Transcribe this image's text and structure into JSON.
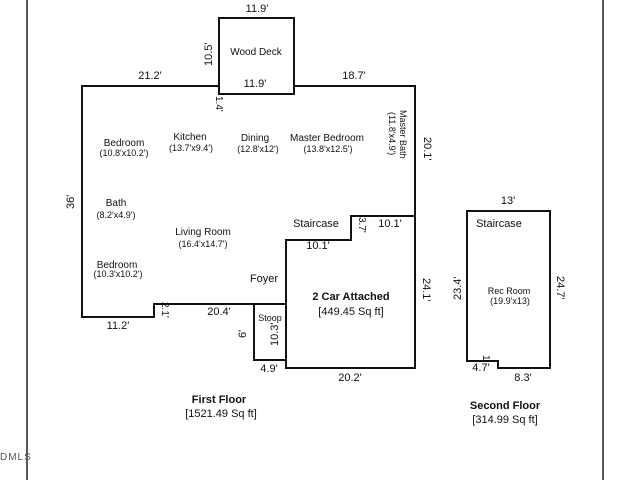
{
  "dimensions": {
    "deck_top": "11.9'",
    "deck_side": "10.5'",
    "deck_stub": "1.4'",
    "deck_bottom": "11.9'",
    "top_left": "21.2'",
    "top_right": "18.7'",
    "right_wall": "20.1'",
    "left_wall": "36'",
    "bottom_left": "11.2'",
    "step_small": "2.1'",
    "bottom_mid": "20.4'",
    "stoop_width": "4.9'",
    "stoop_depth": "6'",
    "stoop_height": "10.3'",
    "garage_top": "10.1'",
    "garage_step_v": "3.7'",
    "garage_step_h": "10.1'",
    "garage_right": "24.1'",
    "garage_bottom": "20.2'",
    "sf_top": "13'",
    "sf_left": "23.4'",
    "sf_right": "24.7'",
    "sf_bottom_small": "4.7'",
    "sf_bottom": "8.3'",
    "sf_tiny": "1'"
  },
  "rooms": {
    "wood_deck": "Wood Deck",
    "bedroom1": "Bedroom",
    "bedroom1_size": "(10.8'x10.2')",
    "kitchen": "Kitchen",
    "kitchen_size": "(13.7'x9.4')",
    "dining": "Dining",
    "dining_size": "(12.8'x12')",
    "master_bedroom": "Master Bedroom",
    "master_bedroom_size": "(13.8'x12.5')",
    "master_bath": "Master Bath",
    "master_bath_size": "(11.8'x4.9')",
    "bath": "Bath",
    "bath_size": "(8.2'x4.9')",
    "living_room": "Living Room",
    "living_room_size": "(16.4'x14.7')",
    "bedroom2": "Bedroom",
    "bedroom2_size": "(10.3'x10.2')",
    "staircase1": "Staircase",
    "foyer": "Foyer",
    "stoop": "Stoop",
    "garage": "2 Car Attached",
    "garage_size": "[449.45 Sq ft]",
    "staircase2": "Staircase",
    "rec_room": "Rec Room",
    "rec_room_size": "(19.9'x13)"
  },
  "floors": {
    "first": "First Floor",
    "first_area": "[1521.49 Sq ft]",
    "second": "Second Floor",
    "second_area": "[314.99 Sq ft]"
  },
  "watermark": "DMLS"
}
